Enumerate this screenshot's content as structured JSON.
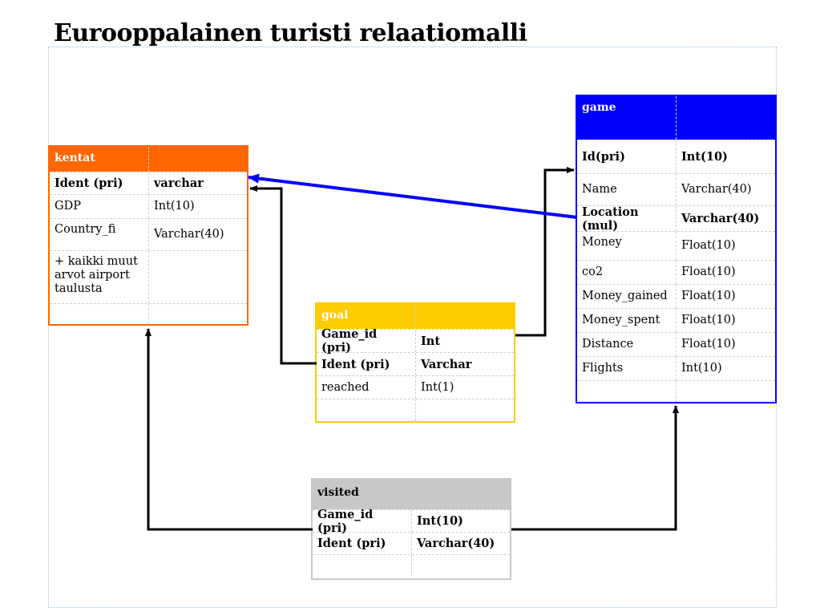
{
  "title": "Eurooppalainen turisti relaatiomalli",
  "colors": {
    "kentat": "#ff6600",
    "game": "#0000ff",
    "goal": "#ffcc00",
    "visited": "#c8c8c8",
    "arrow_black": "#000000",
    "arrow_blue": "#0000ff"
  },
  "tables": {
    "kentat": {
      "name": "kentat",
      "rows": [
        {
          "col": "Ident (pri)",
          "type": "varchar"
        },
        {
          "col": "GDP",
          "type": "Int(10)"
        },
        {
          "col": "Country_fi",
          "type": "Varchar(40)"
        },
        {
          "col": "+ kaikki muut arvot airport taulusta",
          "type": ""
        },
        {
          "col": "",
          "type": ""
        }
      ]
    },
    "game": {
      "name": "game",
      "rows": [
        {
          "col": "Id(pri)",
          "type": "Int(10)"
        },
        {
          "col": "Name",
          "type": "Varchar(40)"
        },
        {
          "col": "Location (mul)",
          "type": "Varchar(40)"
        },
        {
          "col": "Money",
          "type": "Float(10)"
        },
        {
          "col": "co2",
          "type": "Float(10)"
        },
        {
          "col": "Money_gained",
          "type": "Float(10)"
        },
        {
          "col": "Money_spent",
          "type": "Float(10)"
        },
        {
          "col": "Distance",
          "type": "Float(10)"
        },
        {
          "col": "Flights",
          "type": "Int(10)"
        },
        {
          "col": "",
          "type": ""
        }
      ]
    },
    "goal": {
      "name": "goal",
      "rows": [
        {
          "col": "Game_id (pri)",
          "type": "Int"
        },
        {
          "col": "Ident (pri)",
          "type": "Varchar"
        },
        {
          "col": "reached",
          "type": "Int(1)"
        },
        {
          "col": "",
          "type": ""
        }
      ]
    },
    "visited": {
      "name": "visited",
      "rows": [
        {
          "col": "Game_id (pri)",
          "type": "Int(10)"
        },
        {
          "col": "Ident (pri)",
          "type": "Varchar(40)"
        },
        {
          "col": "",
          "type": ""
        }
      ]
    }
  }
}
